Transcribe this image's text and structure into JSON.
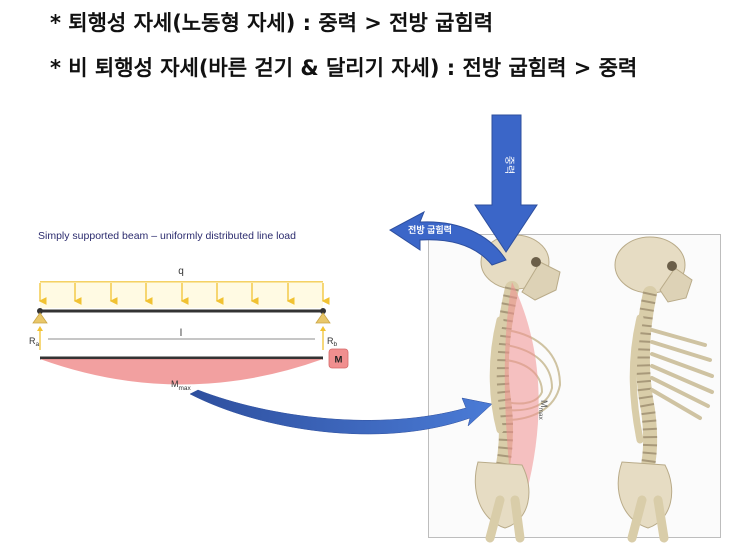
{
  "titles": {
    "line1": "* 퇴행성 자세(노동형 자세) : 중력 > 전방 굽힘력",
    "line2": "* 비 퇴행성 자세(바른 걷기 & 달리기 자세) : 전방 굽힘력 > 중력"
  },
  "beam": {
    "caption": "Simply supported beam – uniformly distributed line load",
    "load_label": "q",
    "length_label": "l",
    "left_reaction": "R",
    "left_reaction_sub": "a",
    "right_reaction": "R",
    "right_reaction_sub": "b",
    "moment_label": "M",
    "mmax_label": "M",
    "mmax_sub": "max"
  },
  "forces": {
    "gravity_label": "중력",
    "forward_bending_label": "전방 굽힘력",
    "spine_mmax_label": "M",
    "spine_mmax_sub": "max"
  },
  "colors": {
    "arrow_blue": "#3b66c8",
    "load_yellow": "#f1c232",
    "moment_pink": "#f08f8f",
    "beam_dark": "#333333",
    "bone": "#e6dcc3"
  }
}
